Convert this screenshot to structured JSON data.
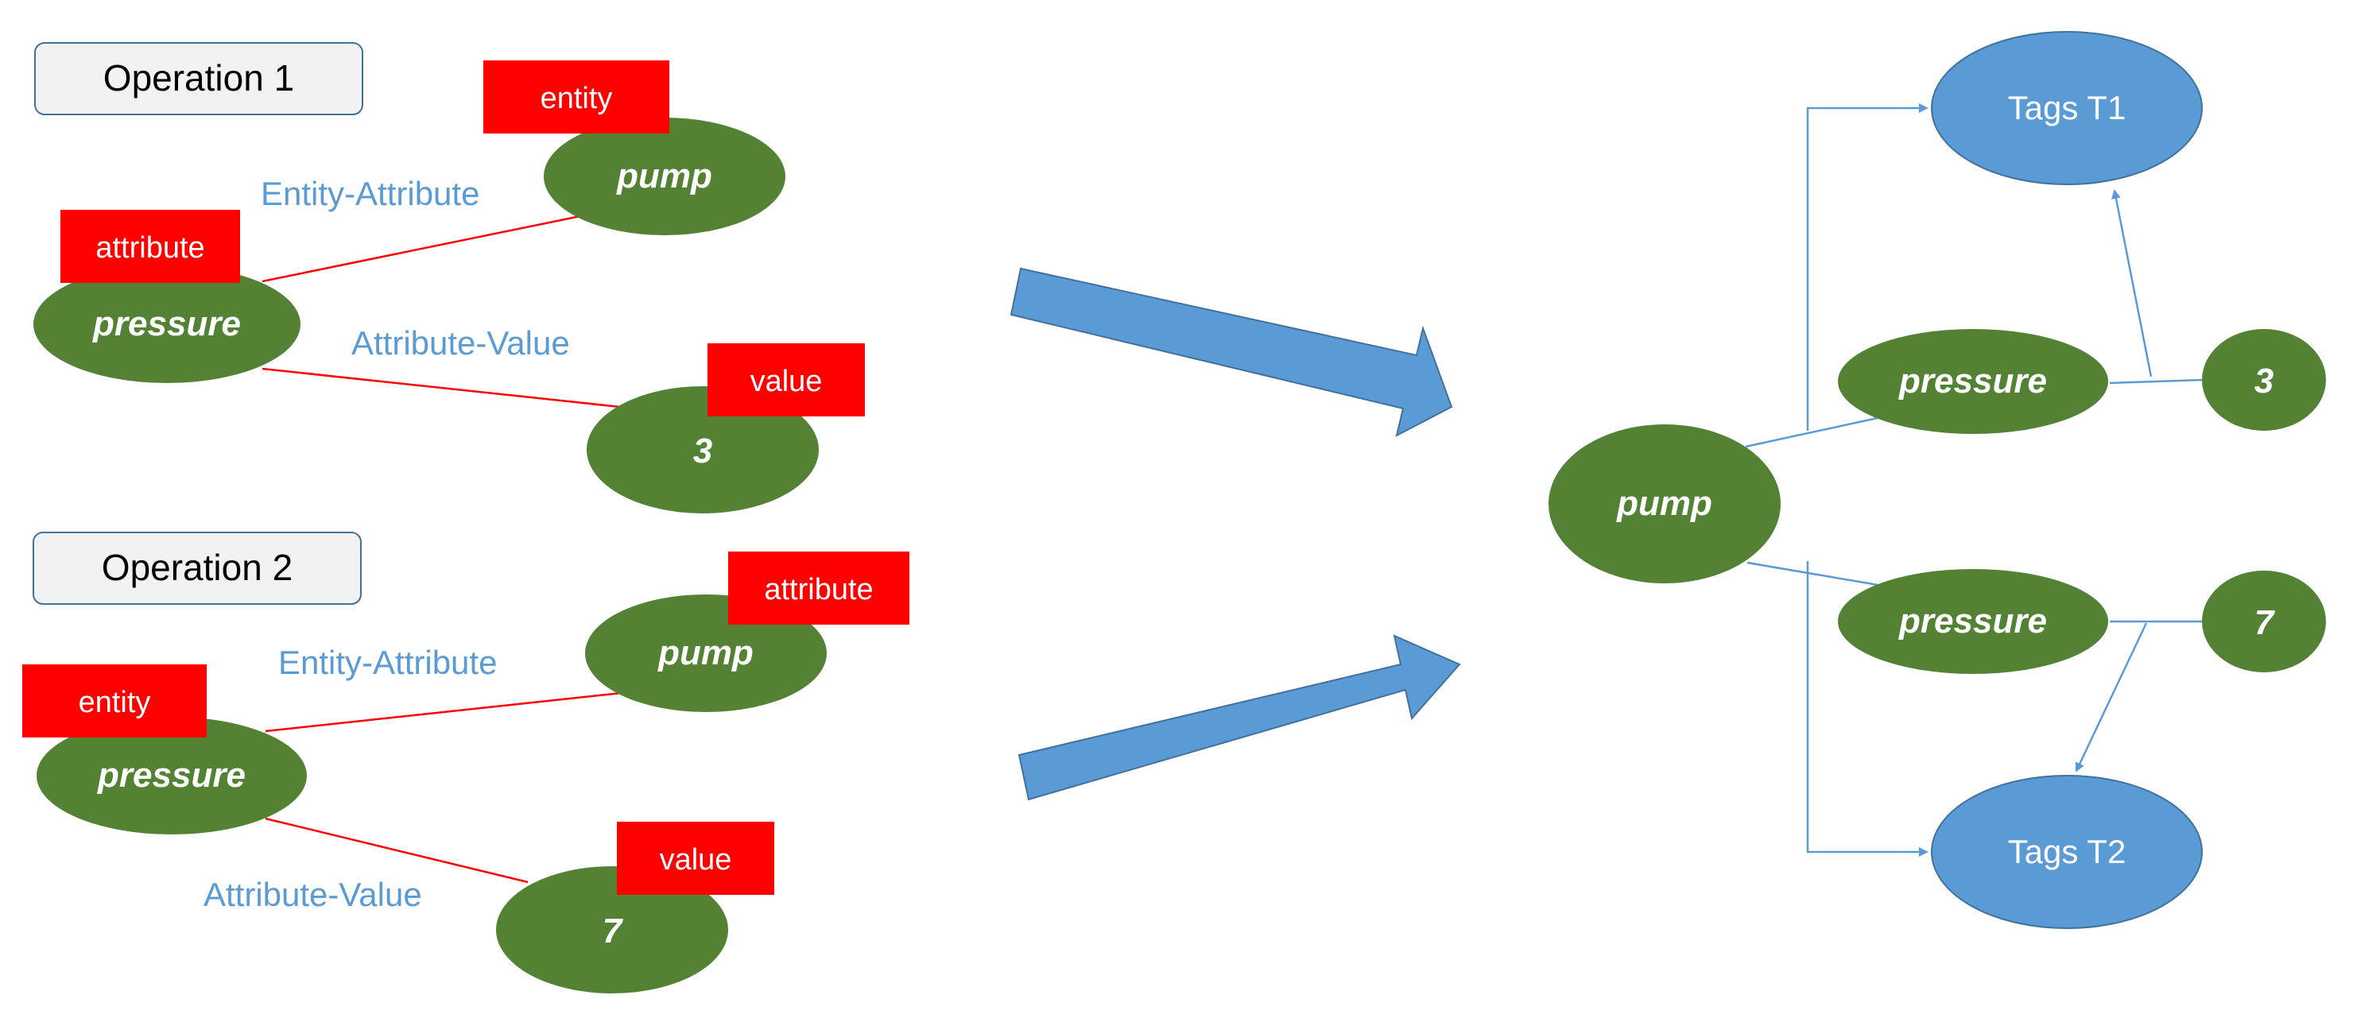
{
  "colors": {
    "node_green": "#548235",
    "tag_blue": "#5B9BD5",
    "role_red": "#FF0000",
    "relation_text": "#5B9BD5",
    "relation_line": "#FF0000",
    "connector": "#5B9BD5",
    "op_box_fill": "#F2F2F2",
    "op_box_border": "#41719C"
  },
  "operation1": {
    "title": "Operation 1",
    "entity_node": "pump",
    "attribute_node": "pressure",
    "value_node": "3",
    "role_entity": "entity",
    "role_attribute": "attribute",
    "role_value": "value",
    "rel_entity_attribute": "Entity-Attribute",
    "rel_attribute_value": "Attribute-Value"
  },
  "operation2": {
    "title": "Operation 2",
    "top_node": "pump",
    "left_node": "pressure",
    "value_node": "7",
    "role_top": "attribute",
    "role_left": "entity",
    "role_value": "value",
    "rel_entity_attribute": "Entity-Attribute",
    "rel_attribute_value": "Attribute-Value"
  },
  "result": {
    "root": "pump",
    "attr1": "pressure",
    "attr2": "pressure",
    "value1": "3",
    "value2": "7",
    "tag1": "Tags T1",
    "tag2": "Tags T2"
  }
}
